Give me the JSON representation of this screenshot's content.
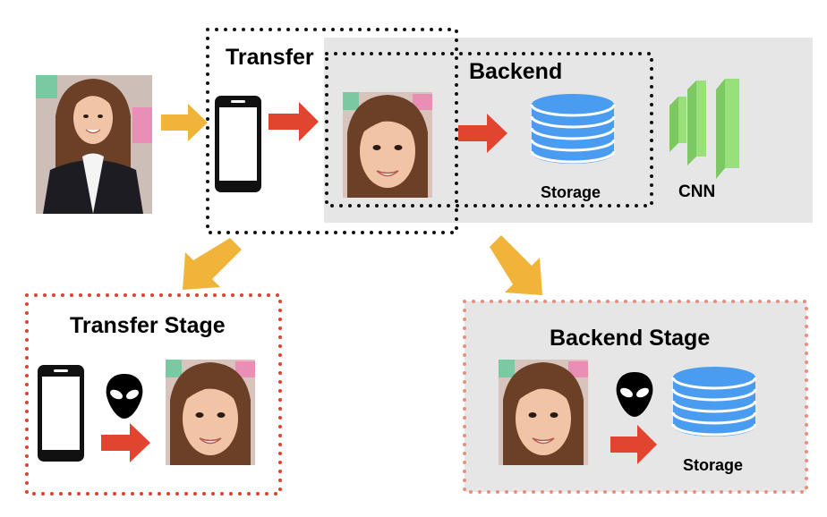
{
  "labels": {
    "transfer": "Transfer",
    "backend": "Backend",
    "storage": "Storage",
    "cnn": "CNN",
    "transfer_stage": "Transfer Stage",
    "backend_stage": "Backend Stage",
    "storage_stage": "Storage"
  },
  "colors": {
    "backend_panel": "#e6e6e6",
    "yellow_arrow": "#f0b43a",
    "red_arrow": "#e2452f",
    "red_dotted_border": "#e0412c",
    "storage_blue": "#4a9cf0",
    "cnn_green": "#98e07a"
  },
  "icons": [
    "portrait-photo",
    "smartphone-icon",
    "face-photo",
    "database-icon",
    "cnn-layers-icon",
    "alien-icon"
  ]
}
